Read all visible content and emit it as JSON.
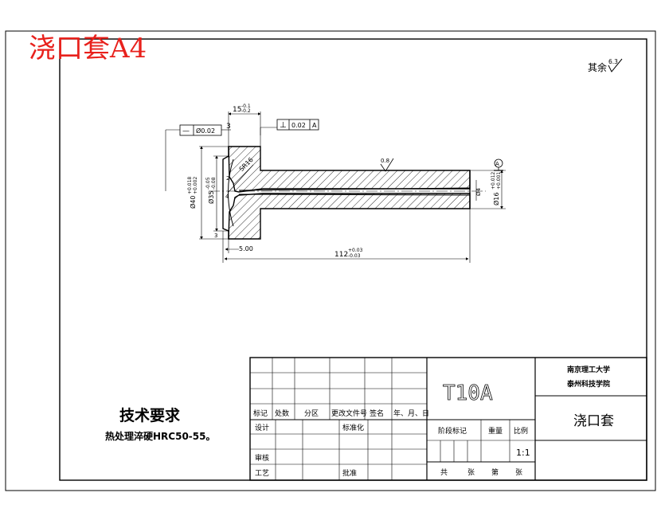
{
  "header": {
    "title": "浇口套A4",
    "title_color": "#e8211c"
  },
  "roughness": {
    "label": "其余",
    "value": "6.3",
    "bore_value": "0.8"
  },
  "tolerances": {
    "concentricity": "Ø0.02",
    "concentricity_symbol": "—",
    "perpendicularity": "0.02",
    "perpendicularity_symbol": "⊥",
    "datum": "A",
    "datum_marker": "A"
  },
  "dimensions": {
    "top_width": "15",
    "top_width_tol_upper": "-0.1",
    "top_width_tol_lower": "-0.2",
    "small_side": "3",
    "sphere": "SR16",
    "flange_diameter": "Ø40",
    "flange_tol_upper": "+0.018",
    "flange_tol_lower": "+0.002",
    "recess_diameter": "Ø35",
    "recess_tol_upper": "-0.05",
    "recess_tol_lower": "-0.08",
    "small_left": "2",
    "small_right": "4",
    "small_bottom": "3",
    "gate_diameter": "Ø4",
    "bore_diameter": "Ø16",
    "bore_tol_upper": "+0.012",
    "bore_tol_lower": "+0.001",
    "head_length": "5.00",
    "total_length": "112",
    "total_tol_upper": "+0.03",
    "total_tol_lower": "-0.03"
  },
  "requirements": {
    "heading": "技术要求",
    "line1": "热处理淬硬HRC50-55。"
  },
  "title_block": {
    "material": "T10A",
    "school_line1": "南京理工大学",
    "school_line2": "泰州科技学院",
    "part_name": "浇口套",
    "revision_headers": [
      "标记",
      "处数",
      "分区",
      "更改文件号",
      "签名",
      "年、月、日"
    ],
    "designer": "设计",
    "standardize": "标准化",
    "checker": "审核",
    "process": "工艺",
    "approve": "批准",
    "stage_mark": "阶段标记",
    "weight": "重量",
    "scale_label": "比例",
    "scale_value": "1:1",
    "sheets": [
      "共",
      "张",
      "第",
      "张"
    ]
  }
}
